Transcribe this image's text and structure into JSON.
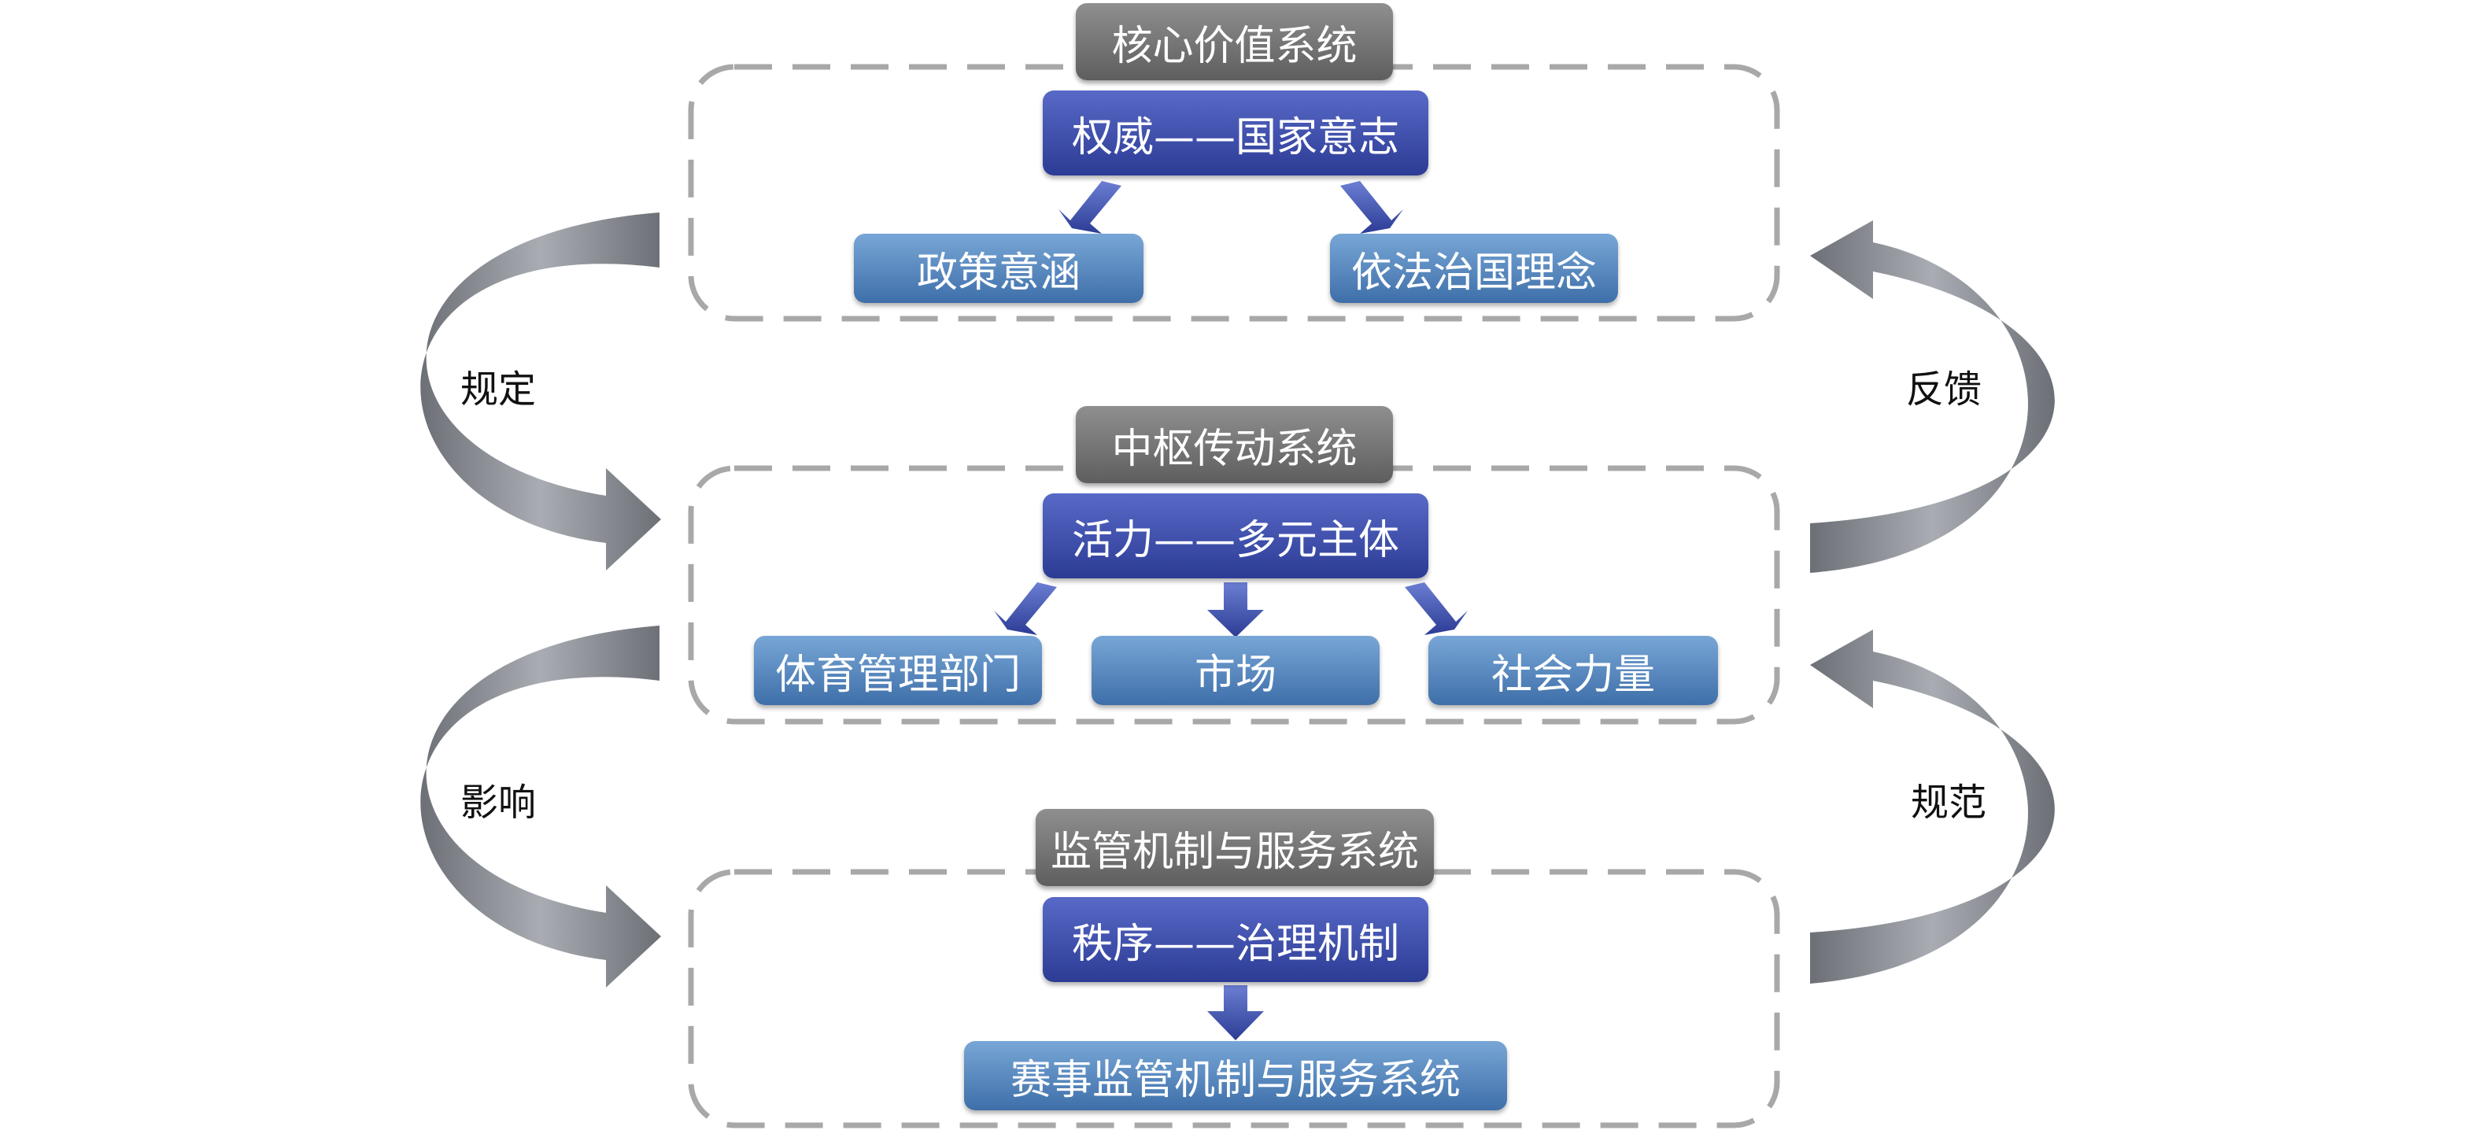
{
  "colors": {
    "title_box": "#6f6f6f",
    "main_box": "#3a4aaa",
    "sub_box": "#5b8ac4",
    "arrow_blue": "#3a4aaa",
    "curve_gray": "#7a7e84",
    "dash": "#a8a8a8"
  },
  "systems": {
    "core": {
      "title": "核心价值系统",
      "main": "权威——国家意志",
      "subs": [
        "政策意涵",
        "依法治国理念"
      ]
    },
    "hub": {
      "title": "中枢传动系统",
      "main": "活力——多元主体",
      "subs": [
        "体育管理部门",
        "市场",
        "社会力量"
      ]
    },
    "supervision": {
      "title": "监管机制与服务系统",
      "main": "秩序——治理机制",
      "subs": [
        "赛事监管机制与服务系统"
      ]
    }
  },
  "side_labels": {
    "define": "规定",
    "influence": "影响",
    "feedback": "反馈",
    "regulate": "规范"
  }
}
